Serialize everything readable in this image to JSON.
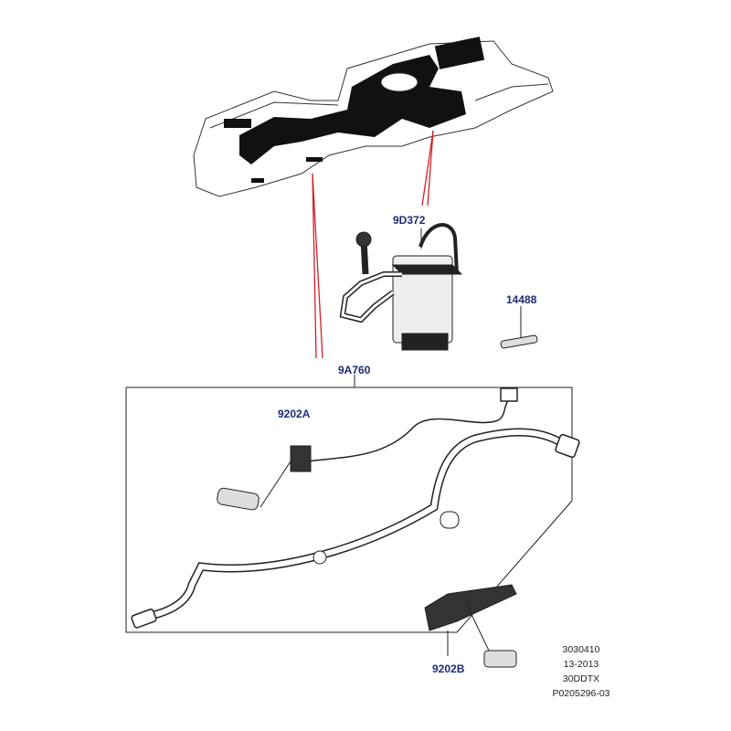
{
  "diagram": {
    "callouts": {
      "fuel_pump": "9D372",
      "clip": "14488",
      "harness_kit": "9A760",
      "sender_a": "9202A",
      "sender_b": "9202B"
    },
    "footer": {
      "line1": "3030410",
      "line2": "13-2013",
      "line3": "30DDTX",
      "line4": "P0205296-03"
    },
    "colors": {
      "callout": "#1c2a78",
      "leader_red": "#d0202a",
      "line": "#222222"
    }
  }
}
